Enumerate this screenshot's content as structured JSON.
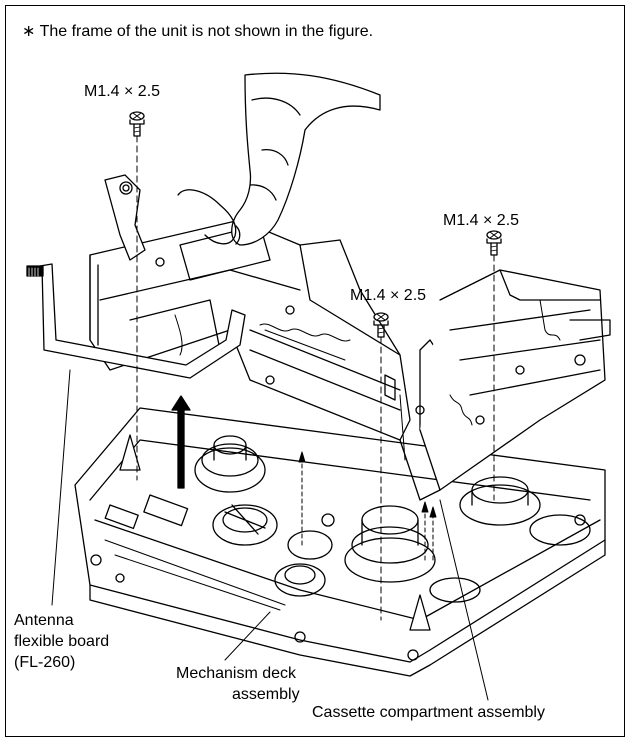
{
  "note": "∗ The frame of the unit is not shown in the figure.",
  "screw_labels": [
    "M1.4 × 2.5",
    "M1.4 × 2.5",
    "M1.4 × 2.5"
  ],
  "callouts": {
    "antenna": [
      "Antenna",
      "flexible board",
      "(FL-260)"
    ],
    "mechanism": [
      "Mechanism deck",
      "assembly"
    ],
    "cassette": "Cassette compartment assembly"
  },
  "colors": {
    "line": "#000000",
    "background": "#ffffff",
    "arrow": "#000000"
  }
}
